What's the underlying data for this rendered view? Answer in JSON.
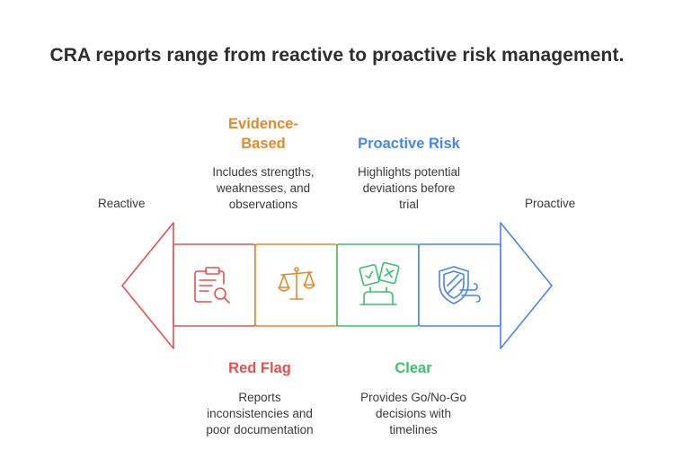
{
  "title": "CRA reports range from reactive to proactive risk management.",
  "left_label": "Reactive",
  "right_label": "Proactive",
  "segments": [
    {
      "title": "Red Flag",
      "description_lines": [
        "Reports",
        "inconsistencies and",
        "poor documentation"
      ],
      "color": "#e05252",
      "icon": "clipboard-search-icon",
      "position": "below"
    },
    {
      "title_lines": [
        "Evidence-",
        "Based"
      ],
      "description_lines": [
        "Includes strengths,",
        "weaknesses, and",
        "observations"
      ],
      "color": "#e08a2e",
      "icon": "balance-scale-icon",
      "position": "above"
    },
    {
      "title": "Clear",
      "description_lines": [
        "Provides Go/No-Go",
        "decisions with",
        "timelines"
      ],
      "color": "#3dbf6e",
      "icon": "go-no-go-cards-icon",
      "position": "below"
    },
    {
      "title": "Proactive Risk",
      "description_lines": [
        "Highlights potential",
        "deviations before",
        "trial"
      ],
      "color": "#4a86e8",
      "icon": "shield-wind-icon",
      "position": "above"
    }
  ]
}
